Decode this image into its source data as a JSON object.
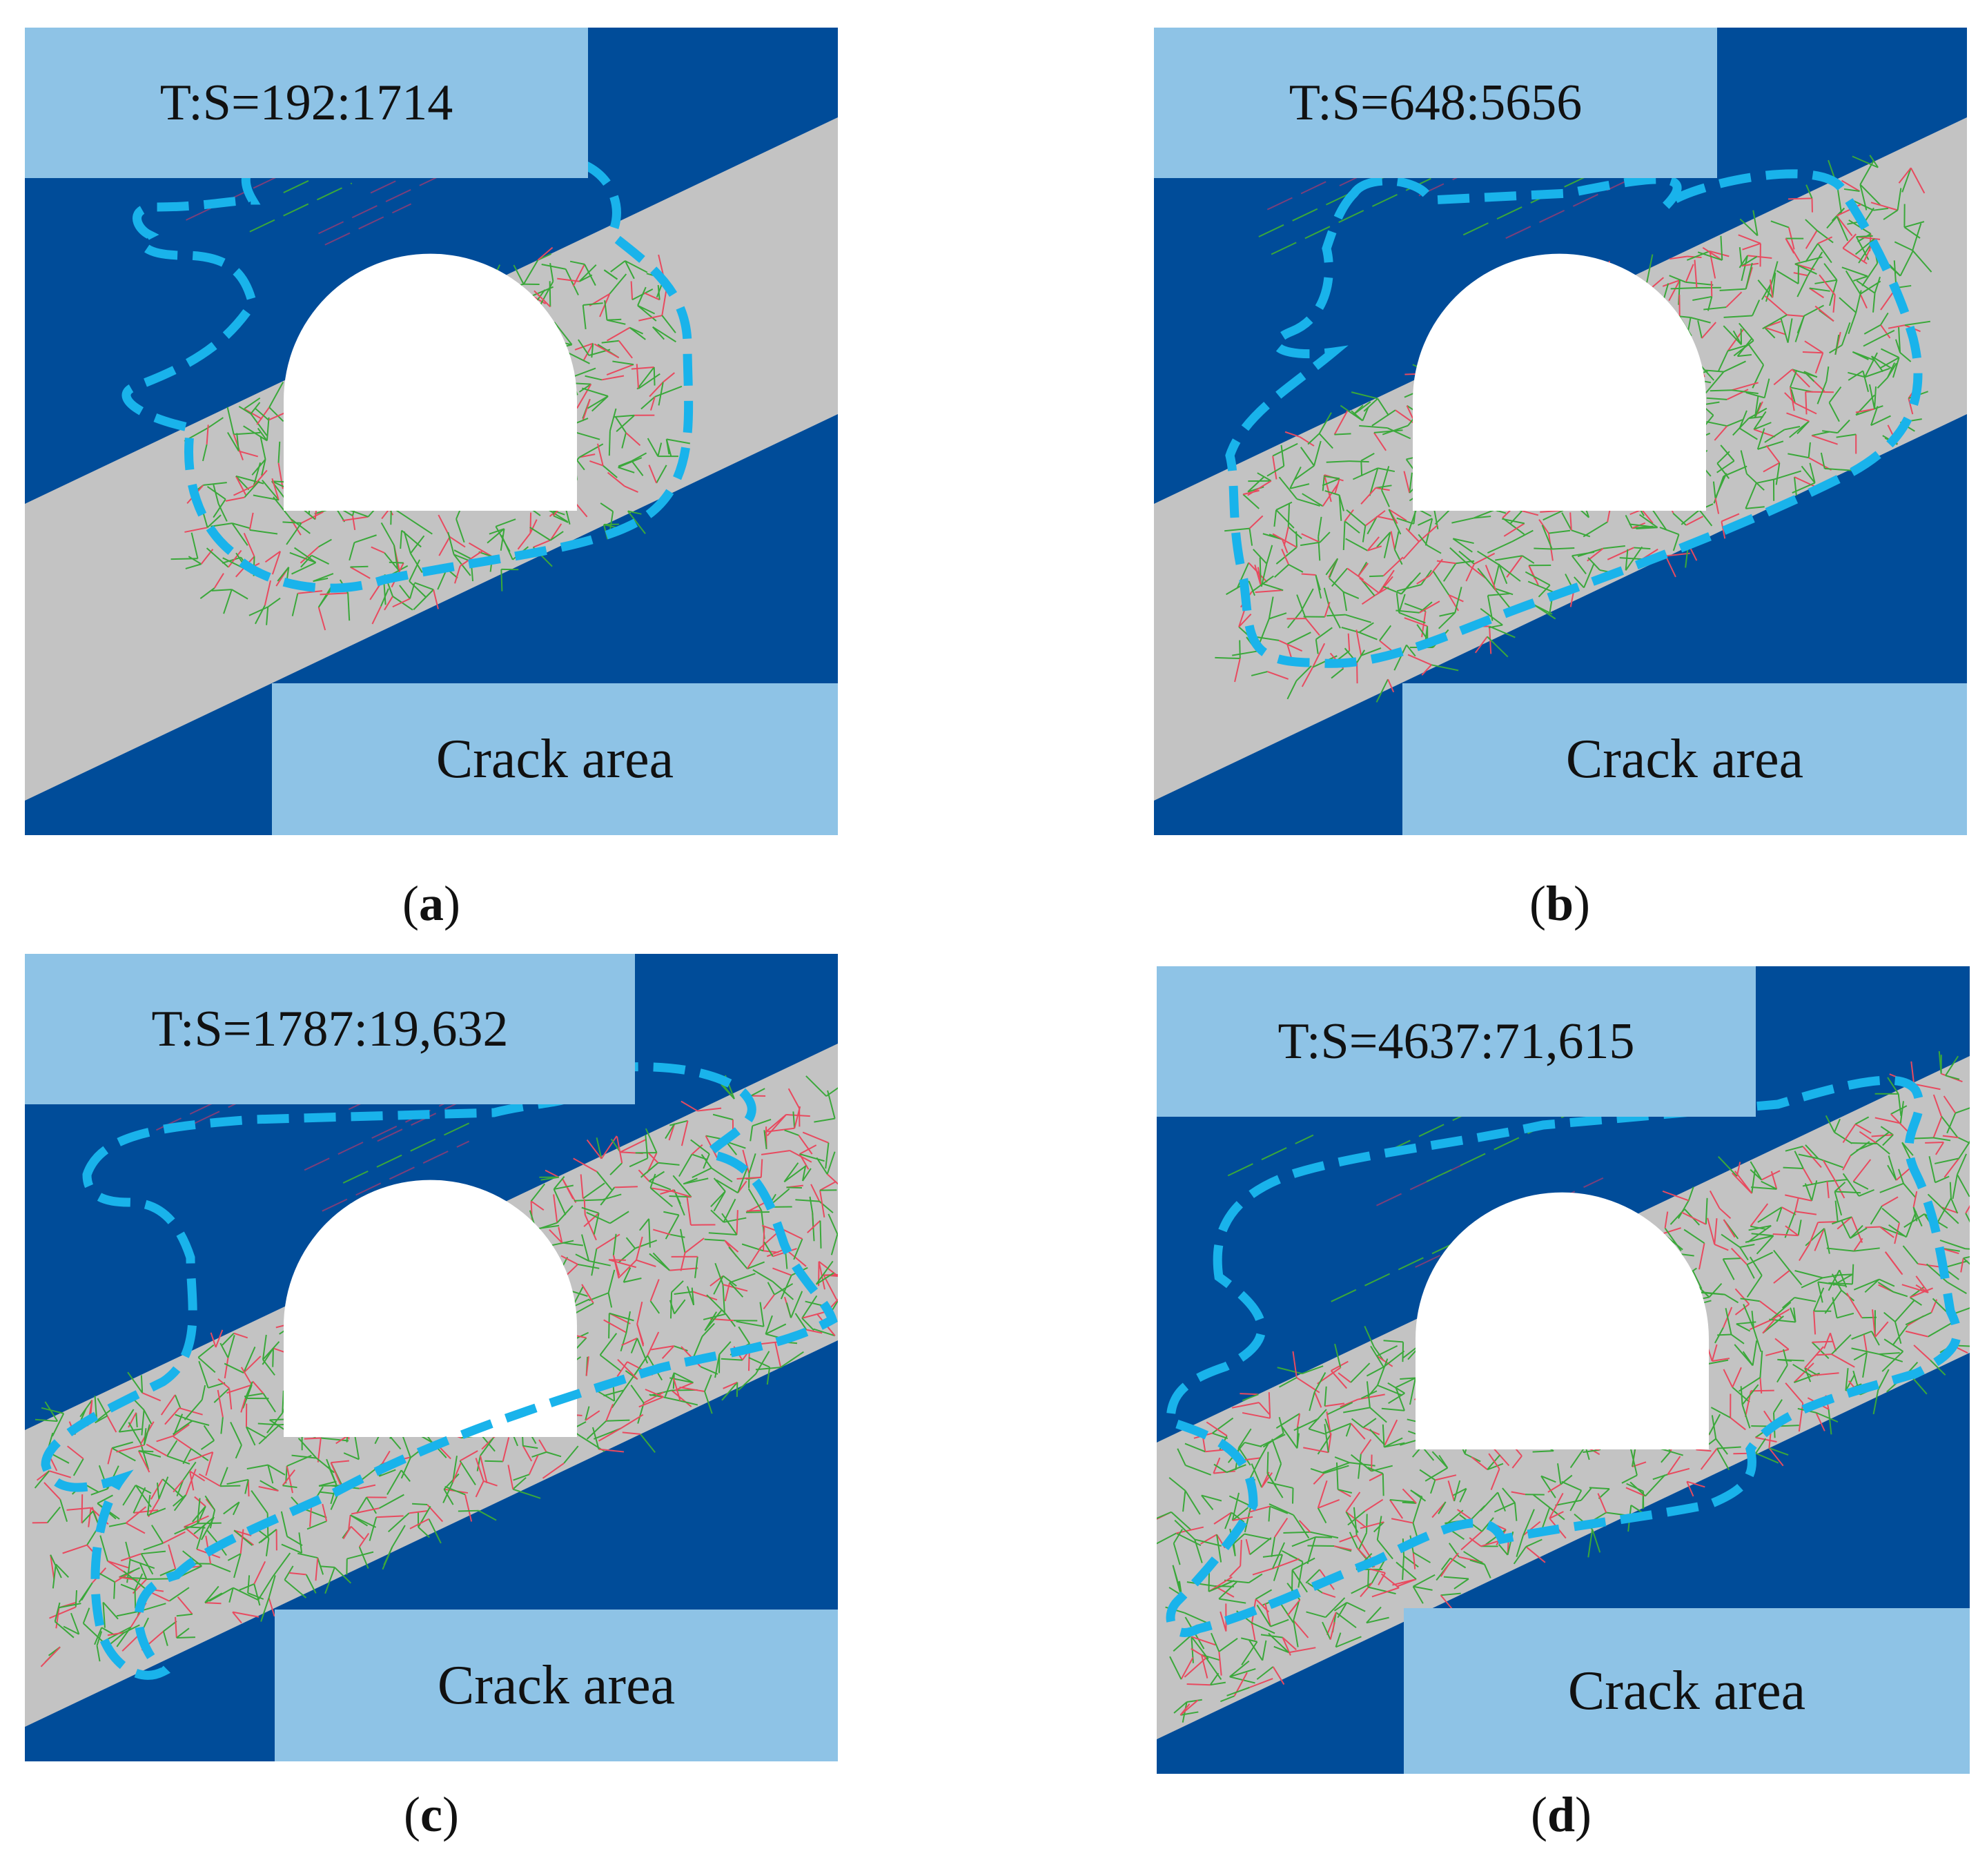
{
  "panels": [
    {
      "id": "a",
      "ratio_label": "T:S=192:1714",
      "crack_label": "Crack area",
      "caption_letter": "a"
    },
    {
      "id": "b",
      "ratio_label": "T:S=648:5656",
      "crack_label": "Crack area",
      "caption_letter": "b"
    },
    {
      "id": "c",
      "ratio_label": "T:S=1787:19,632",
      "crack_label": "Crack area",
      "caption_letter": "c"
    },
    {
      "id": "d",
      "ratio_label": "T:S=4637:71,615",
      "crack_label": "Crack area",
      "caption_letter": "d"
    }
  ],
  "colors": {
    "rock_dark_blue": "#004c99",
    "band_gray": "#c3c3c3",
    "label_box": "#8ec3e6",
    "boundary_dash": "#19b3eb",
    "crack_tensile": "#e84a5f",
    "crack_shear": "#3aa83a",
    "tunnel": "#ffffff"
  }
}
